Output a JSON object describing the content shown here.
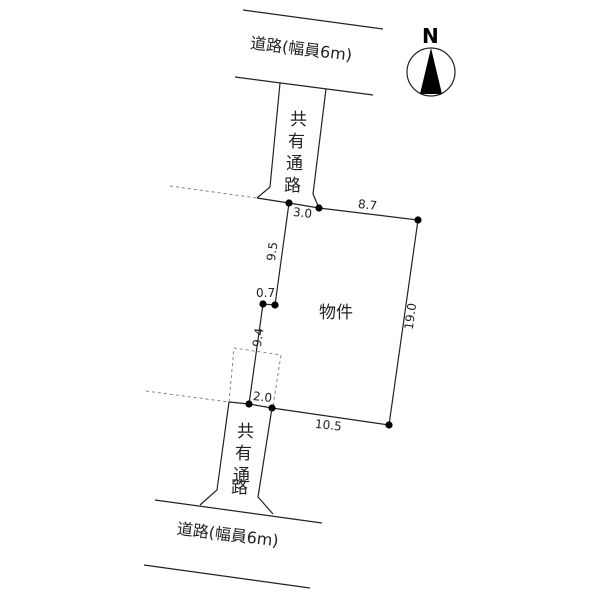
{
  "diagram": {
    "type": "site-plan",
    "compass": {
      "label": "N",
      "icon": "north-arrow-icon"
    },
    "roads": [
      {
        "id": "north-road",
        "label": "道路(幅員6m)"
      },
      {
        "id": "south-road",
        "label": "道路(幅員6m)"
      }
    ],
    "shared_passages": [
      {
        "id": "north-passage",
        "chars": [
          "共",
          "有",
          "通",
          "路"
        ]
      },
      {
        "id": "south-passage",
        "chars": [
          "共",
          "有",
          "通",
          "路"
        ]
      }
    ],
    "property": {
      "label": "物件"
    },
    "dimensions": {
      "top_passage_width": "3.0",
      "top_edge": "8.7",
      "right_edge": "19.0",
      "left_upper": "9.5",
      "jog": "0.7",
      "left_lower": "9.4",
      "bottom_passage_width": "2.0",
      "bottom_edge": "10.5"
    }
  }
}
